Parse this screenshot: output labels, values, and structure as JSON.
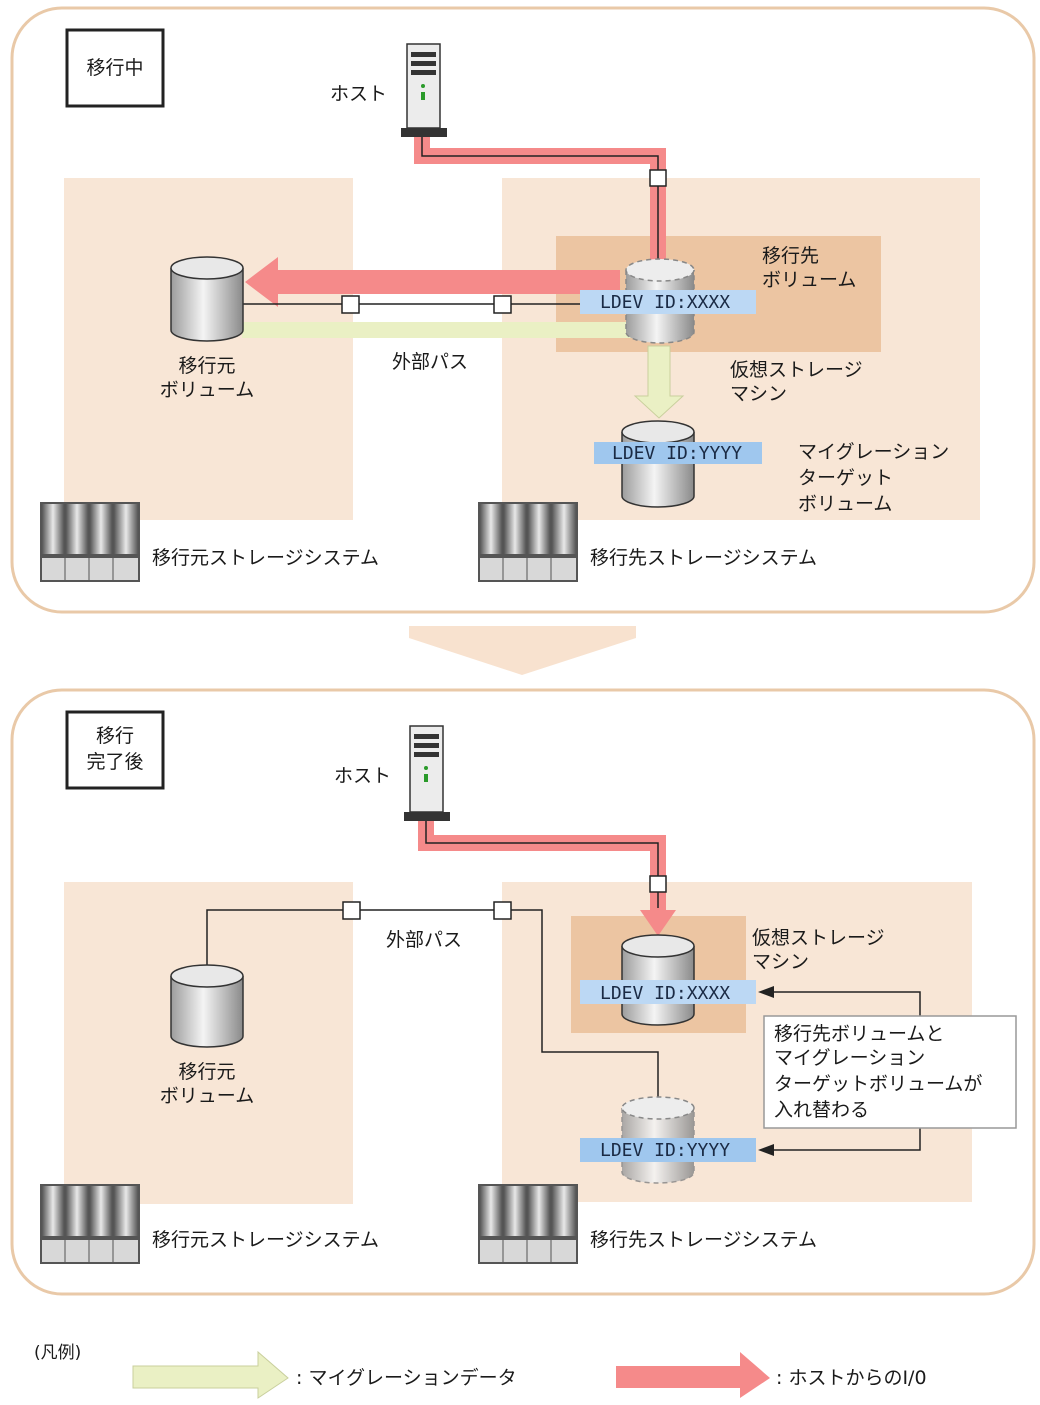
{
  "colors": {
    "panel_border": "#e9c9a8",
    "storage_bg": "#f8e6d6",
    "virtual_bg": "#ecc5a2",
    "host_io": "#f58a8a",
    "migration_data": "#eaf0c4",
    "ldev_label": "#bcd8f4"
  },
  "top": {
    "state": "移行中",
    "host": "ホスト",
    "source_volume": [
      "移行元",
      "ボリューム"
    ],
    "external_path": "外部パス",
    "target_volume": [
      "移行先",
      "ボリューム"
    ],
    "virtual_machine": [
      "仮想ストレージ",
      "マシン"
    ],
    "migration_target": [
      "マイグレーション",
      "ターゲット",
      "ボリューム"
    ],
    "ldev_x": "LDEV ID:XXXX",
    "ldev_y": "LDEV ID:YYYY",
    "source_system": "移行元ストレージシステム",
    "target_system": "移行先ストレージシステム"
  },
  "bottom": {
    "state": [
      "移行",
      "完了後"
    ],
    "host": "ホスト",
    "external_path": "外部パス",
    "virtual_machine": [
      "仮想ストレージ",
      "マシン"
    ],
    "source_volume": [
      "移行元",
      "ボリューム"
    ],
    "ldev_x": "LDEV ID:XXXX",
    "ldev_y": "LDEV ID:YYYY",
    "swap_note": [
      "移行先ボリュームと",
      "マイグレーション",
      "ターゲットボリュームが",
      "入れ替わる"
    ],
    "source_system": "移行元ストレージシステム",
    "target_system": "移行先ストレージシステム"
  },
  "legend": {
    "title": "(凡例)",
    "migration_data": ": マイグレーションデータ",
    "host_io": ": ホストからのI/0"
  }
}
